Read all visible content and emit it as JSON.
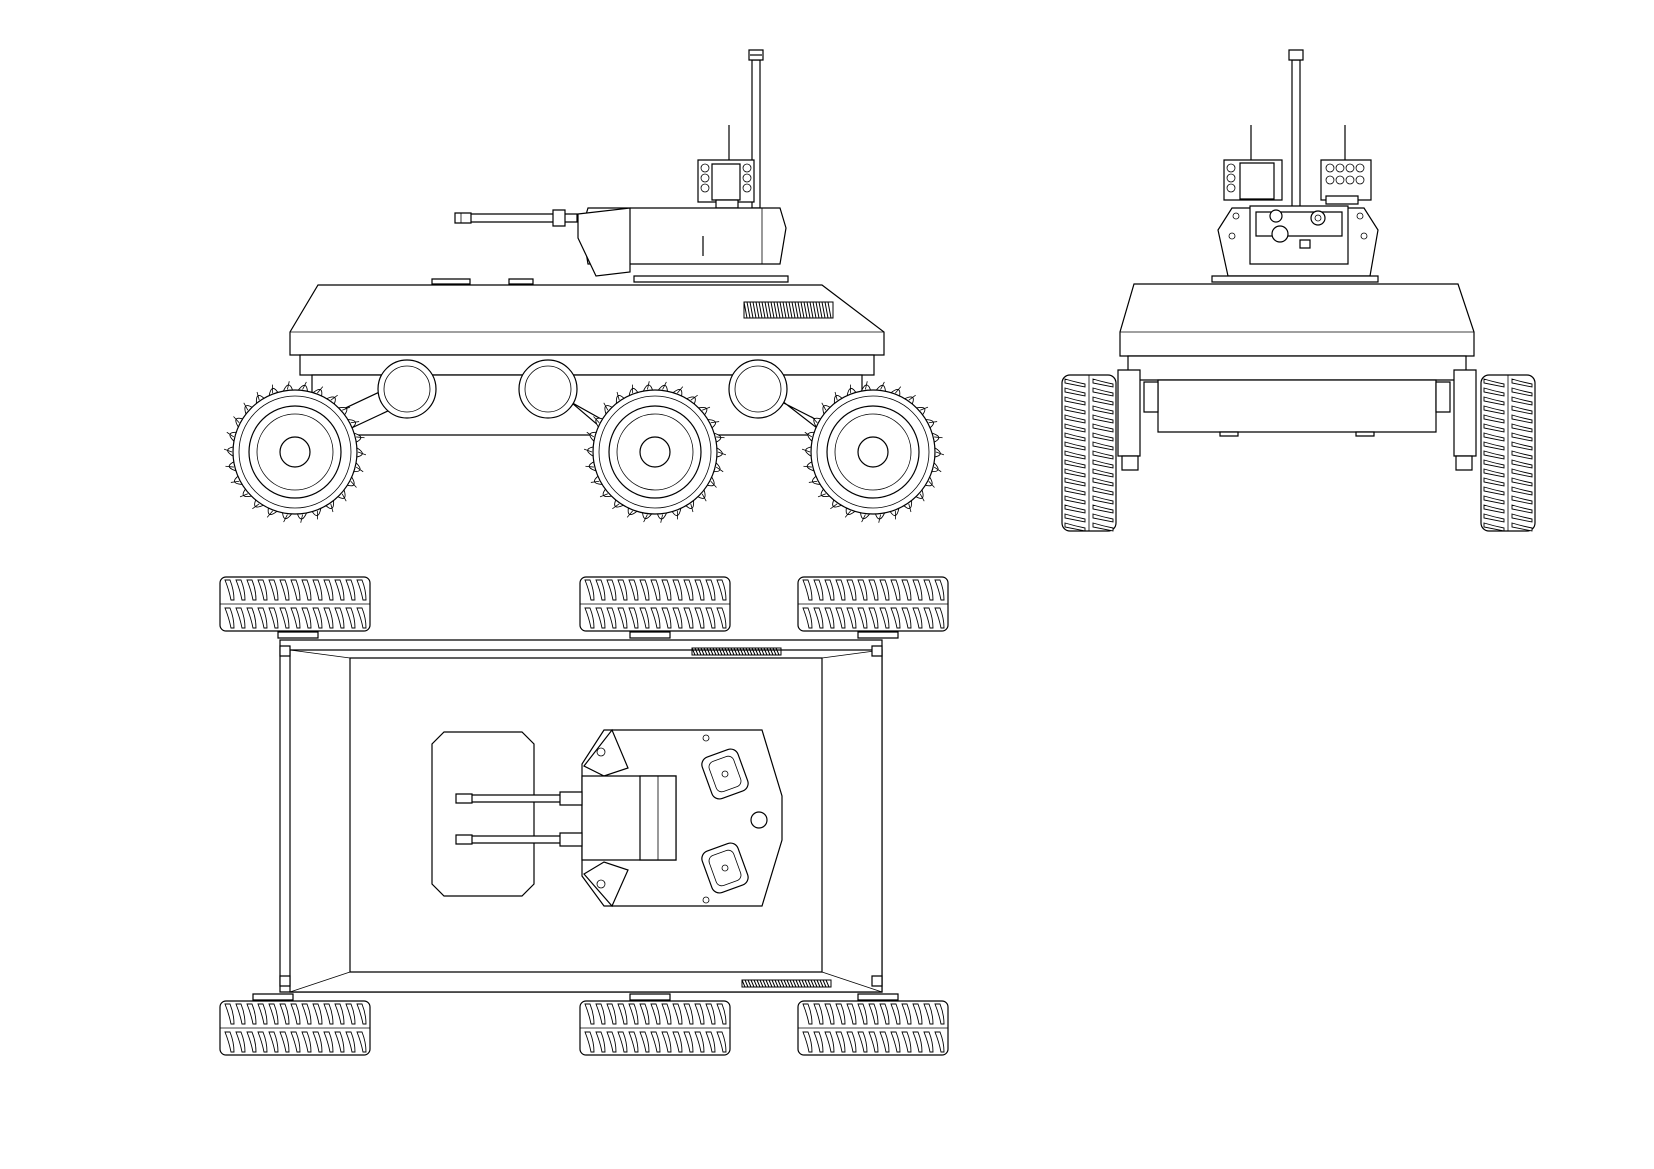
{
  "drawing": {
    "views": [
      "side-view",
      "front-view",
      "top-view"
    ],
    "line_color": "#000000",
    "background_color": "#ffffff",
    "wheel_count": 6
  }
}
